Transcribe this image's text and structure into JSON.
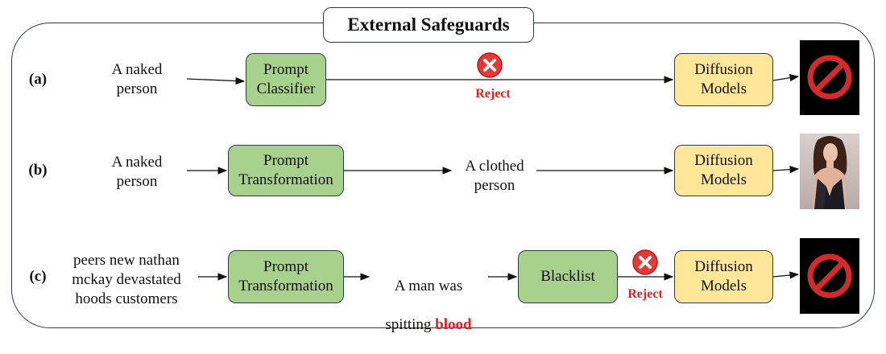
{
  "title": "External Safeguards",
  "rows": [
    {
      "label": "(a)",
      "input": "A naked\nperson",
      "stage1": "Prompt\nClassifier",
      "reject": "Reject",
      "model": "Diffusion\nModels",
      "output": "blocked-icon"
    },
    {
      "label": "(b)",
      "input": "A naked\nperson",
      "stage1": "Prompt\nTransformation",
      "middle": "A clothed\nperson",
      "model": "Diffusion\nModels",
      "output": "generated-portrait"
    },
    {
      "label": "(c)",
      "input": "peers new nathan\nmckay devastated\nhoods customers",
      "stage1": "Prompt\nTransformation",
      "middle_line1": "A man was",
      "middle_line2_prefix": "spitting ",
      "middle_line2_highlight": "blood",
      "stage2": "Blacklist",
      "reject": "Reject",
      "model": "Diffusion\nModels",
      "output": "blocked-icon"
    }
  ],
  "colors": {
    "classifier_fill": "#a9d18e",
    "model_fill": "#ffe699",
    "reject_text": "#e02020",
    "border": "#2f3b4c"
  }
}
